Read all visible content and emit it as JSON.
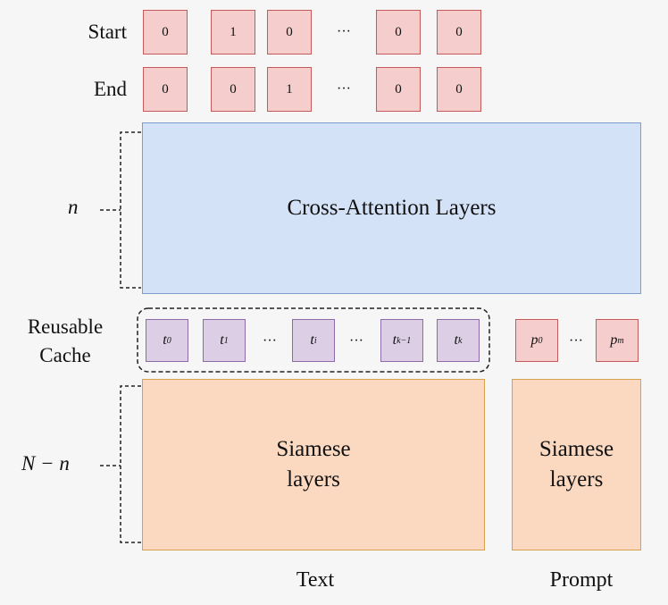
{
  "rows": {
    "start": {
      "label": "Start",
      "values": [
        "0",
        "1",
        "0",
        "···",
        "0",
        "0"
      ]
    },
    "end": {
      "label": "End",
      "values": [
        "0",
        "0",
        "1",
        "···",
        "0",
        "0"
      ]
    }
  },
  "cross_attention": {
    "label": "Cross-Attention Layers"
  },
  "cache": {
    "label_line1": "Reusable",
    "label_line2": "Cache",
    "tokens": [
      {
        "base": "t",
        "sub": "0"
      },
      {
        "base": "t",
        "sub": "1"
      },
      {
        "base": "···",
        "sub": ""
      },
      {
        "base": "t",
        "sub": "i"
      },
      {
        "base": "···",
        "sub": ""
      },
      {
        "base": "t",
        "sub": "k−1"
      },
      {
        "base": "t",
        "sub": "k"
      }
    ]
  },
  "prompt_tokens": [
    {
      "base": "p",
      "sub": "0"
    },
    {
      "base": "···",
      "sub": ""
    },
    {
      "base": "p",
      "sub": "m"
    }
  ],
  "siamese_text": {
    "line1": "Siamese",
    "line2": "layers"
  },
  "siamese_prompt": {
    "line1": "Siamese",
    "line2": "layers"
  },
  "bracket_labels": {
    "top": "n",
    "bottom": "N − n"
  },
  "bottom_labels": {
    "text": "Text",
    "prompt": "Prompt"
  },
  "colors": {
    "cell_fill": "#f5cdcd",
    "cell_border": "#c45a5a",
    "cross_fill": "#d3e2f6",
    "cross_border": "#7d9dcd",
    "siamese_fill": "#fad9c0",
    "siamese_border": "#d9a14f",
    "text_token_fill": "#dccfe5",
    "text_token_border": "#8d6ba8"
  }
}
